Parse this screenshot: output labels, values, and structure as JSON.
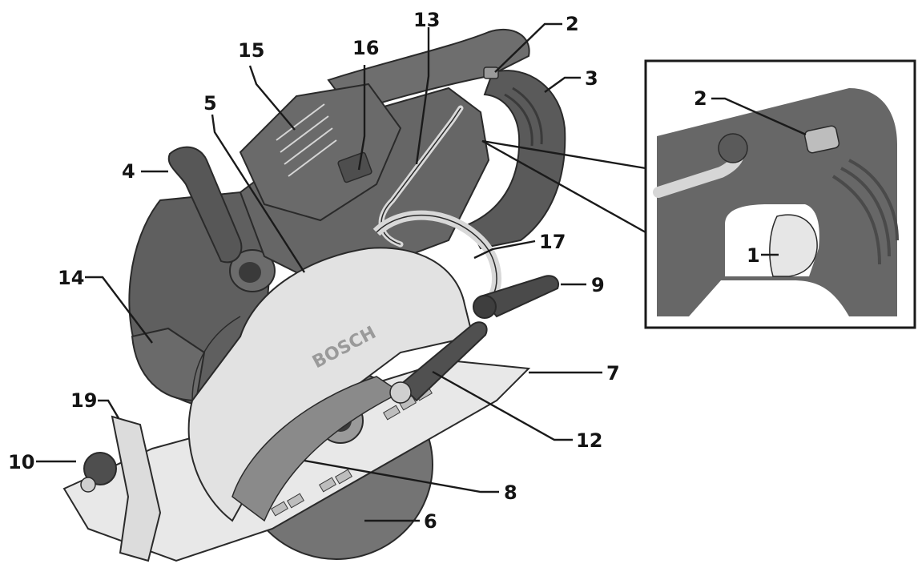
{
  "diagram": {
    "subject": "circular-saw",
    "brand_mark": "BOSCH",
    "colors": {
      "housing_dark": "#5f5f5f",
      "housing_mid": "#7a7a7a",
      "guard_light": "#e2e2e2",
      "base_light": "#e8e8e8",
      "blade": "#747474",
      "line": "#1a1a1a"
    },
    "callouts": {
      "c1": "1",
      "c2_main": "2",
      "c2_inset": "2",
      "c3": "3",
      "c4": "4",
      "c5": "5",
      "c6": "6",
      "c7": "7",
      "c8": "8",
      "c9": "9",
      "c10": "10",
      "c12": "12",
      "c13": "13",
      "c14": "14",
      "c15": "15",
      "c16": "16",
      "c17": "17",
      "c19": "19"
    }
  }
}
